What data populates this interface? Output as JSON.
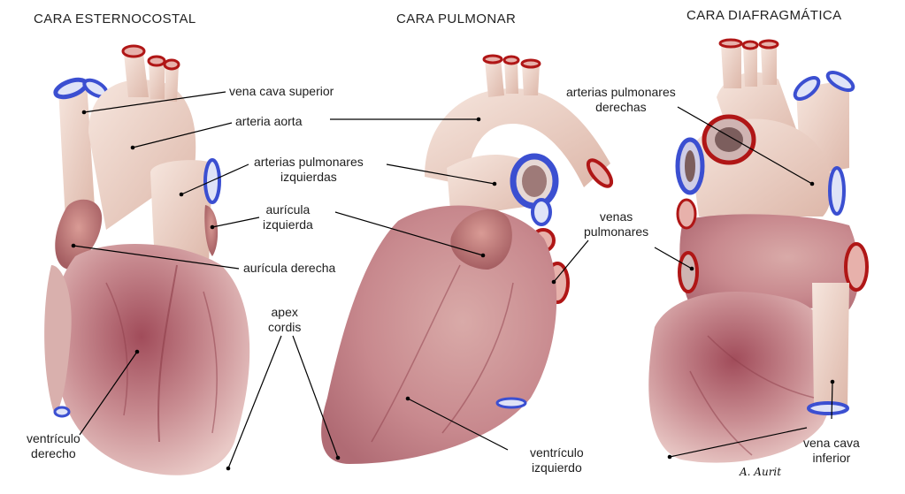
{
  "titles": {
    "left": "CARA ESTERNOCOSTAL",
    "center": "CARA PULMONAR",
    "right": "CARA DIAFRAGMÁTICA"
  },
  "labels": {
    "vena_cava_superior": "vena cava superior",
    "arteria_aorta": "arteria aorta",
    "arterias_pulm_izq_1": "arterias pulmonares",
    "arterias_pulm_izq_2": "izquierdas",
    "auricula_izq_1": "aurícula",
    "auricula_izq_2": "izquierda",
    "auricula_derecha": "aurícula derecha",
    "apex_1": "apex",
    "apex_2": "cordis",
    "ventriculo_der_1": "ventrículo",
    "ventriculo_der_2": "derecho",
    "arterias_pulm_der_1": "arterias pulmonares",
    "arterias_pulm_der_2": "derechas",
    "venas_pulm_1": "venas",
    "venas_pulm_2": "pulmonares",
    "ventriculo_izq_1": "ventrículo",
    "ventriculo_izq_2": "izquierdo",
    "vena_cava_inf_1": "vena cava",
    "vena_cava_inf_2": "inferior"
  },
  "signature": "A. Aurit",
  "colors": {
    "tissue_light": "#f1dcd2",
    "tissue_mid": "#e6c3b6",
    "muscle": "#b86a72",
    "muscle_dark": "#8e3d4a",
    "vein_blue": "#3b4fd1",
    "artery_red": "#b01616"
  }
}
